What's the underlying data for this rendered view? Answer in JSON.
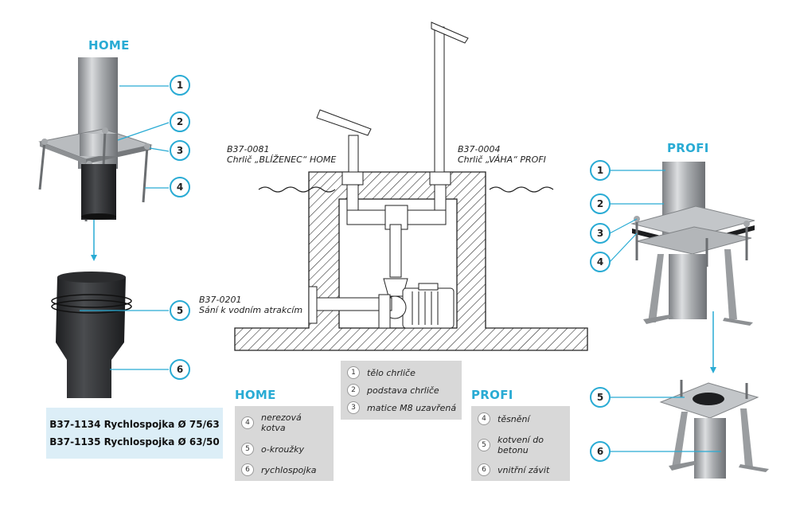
{
  "home": {
    "title": "HOME",
    "callouts": [
      "1",
      "2",
      "3",
      "4",
      "5",
      "6"
    ],
    "legend": [
      {
        "num": "4",
        "text": "nerezová kotva"
      },
      {
        "num": "5",
        "text": "o-kroužky"
      },
      {
        "num": "6",
        "text": "rychlospojka"
      }
    ],
    "codes": [
      "B37-1134 Rychlospojka Ø 75/63",
      "B37-1135 Rychlospojka Ø 63/50"
    ]
  },
  "profi": {
    "title": "PROFI",
    "callouts": [
      "1",
      "2",
      "3",
      "4",
      "5",
      "6"
    ],
    "legend": [
      {
        "num": "4",
        "text": "těsnění"
      },
      {
        "num": "5",
        "text": "kotvení do betonu"
      },
      {
        "num": "6",
        "text": "vnitřní závit"
      }
    ]
  },
  "center": {
    "label_left_code": "B37-0081",
    "label_left_name": "Chrlič „BLÍŽENEC“ HOME",
    "label_right_code": "B37-0004",
    "label_right_name": "Chrlič „VÁHA“ PROFI",
    "label_suction_code": "B37-0201",
    "label_suction_name": "Sání k vodním atrakcím",
    "legend": [
      {
        "num": "1",
        "text": "tělo chrliče"
      },
      {
        "num": "2",
        "text": "podstava chrliče"
      },
      {
        "num": "3",
        "text": "matice M8 uzavřená"
      }
    ]
  },
  "colors": {
    "accent": "#29abd4",
    "legend_bg": "#d8d8d8",
    "codes_bg": "#dceef7"
  }
}
